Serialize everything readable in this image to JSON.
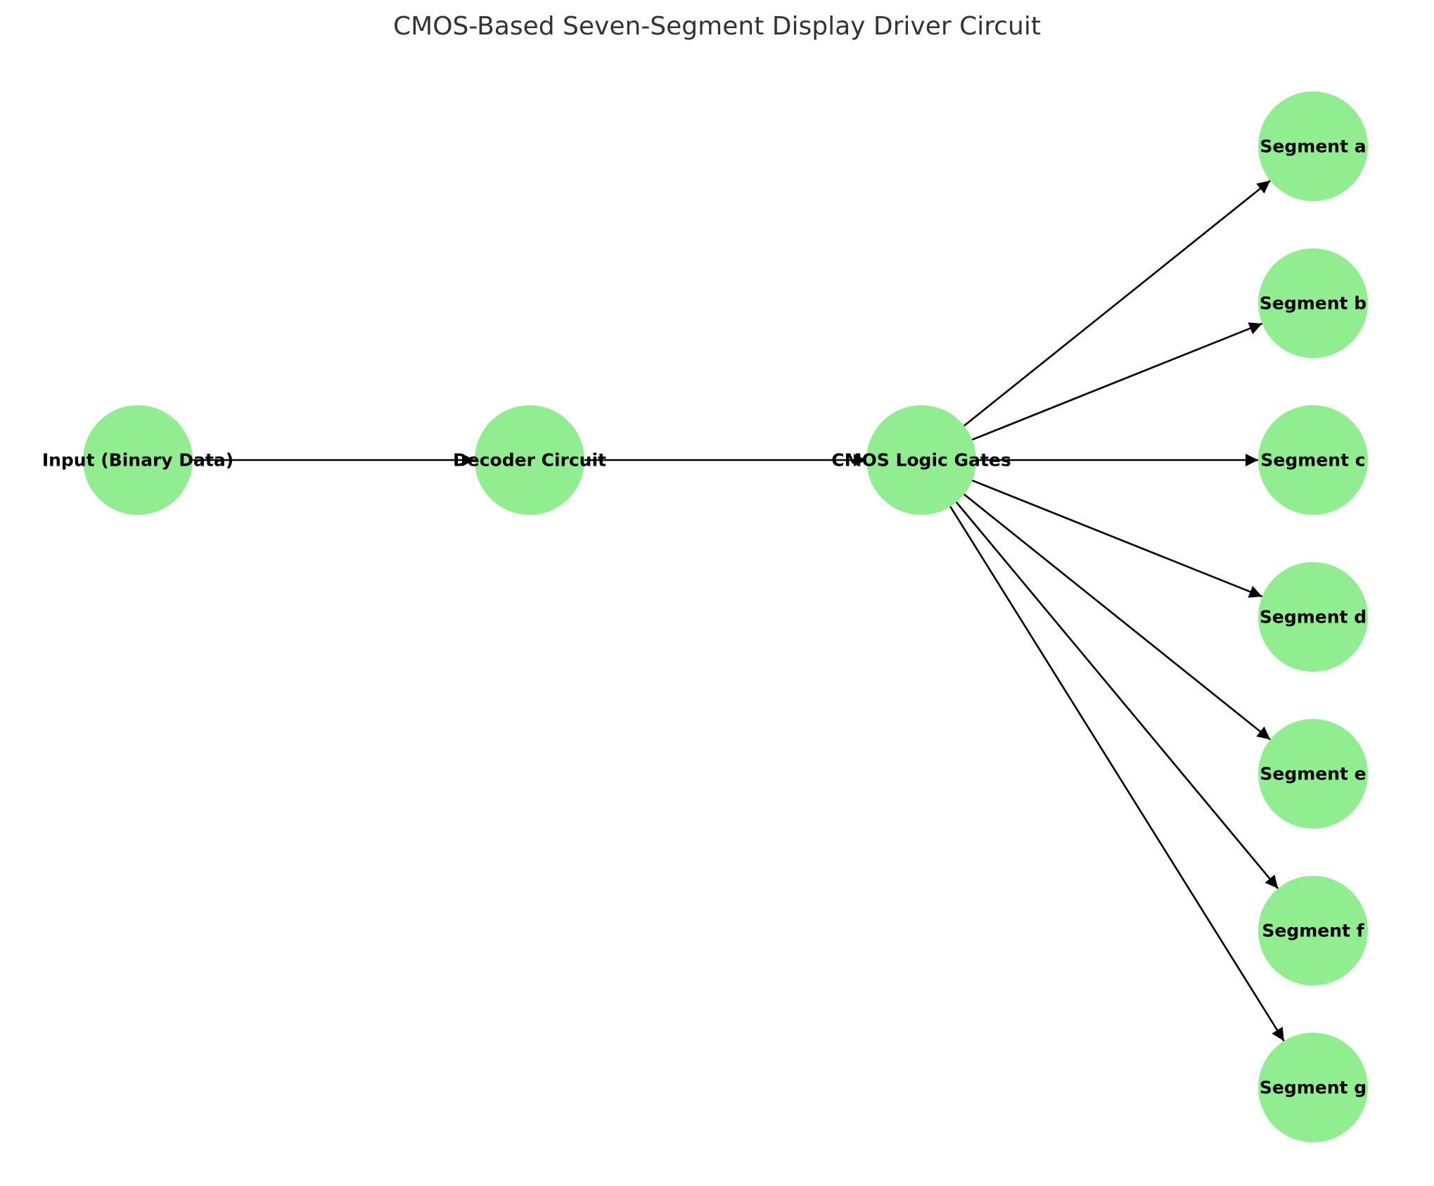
{
  "title": "CMOS-Based Seven-Segment Display Driver Circuit",
  "node_color": "#90ee90",
  "edge_color": "#000000",
  "nodes": [
    {
      "id": "input",
      "label": "Input (Binary Data)"
    },
    {
      "id": "decoder",
      "label": "Decoder Circuit"
    },
    {
      "id": "cmos",
      "label": "CMOS Logic Gates"
    },
    {
      "id": "seg_a",
      "label": "Segment a"
    },
    {
      "id": "seg_b",
      "label": "Segment b"
    },
    {
      "id": "seg_c",
      "label": "Segment c"
    },
    {
      "id": "seg_d",
      "label": "Segment d"
    },
    {
      "id": "seg_e",
      "label": "Segment e"
    },
    {
      "id": "seg_f",
      "label": "Segment f"
    },
    {
      "id": "seg_g",
      "label": "Segment g"
    }
  ],
  "edges": [
    {
      "from": "input",
      "to": "decoder"
    },
    {
      "from": "decoder",
      "to": "cmos"
    },
    {
      "from": "cmos",
      "to": "seg_a"
    },
    {
      "from": "cmos",
      "to": "seg_b"
    },
    {
      "from": "cmos",
      "to": "seg_c"
    },
    {
      "from": "cmos",
      "to": "seg_d"
    },
    {
      "from": "cmos",
      "to": "seg_e"
    },
    {
      "from": "cmos",
      "to": "seg_f"
    },
    {
      "from": "cmos",
      "to": "seg_g"
    }
  ]
}
